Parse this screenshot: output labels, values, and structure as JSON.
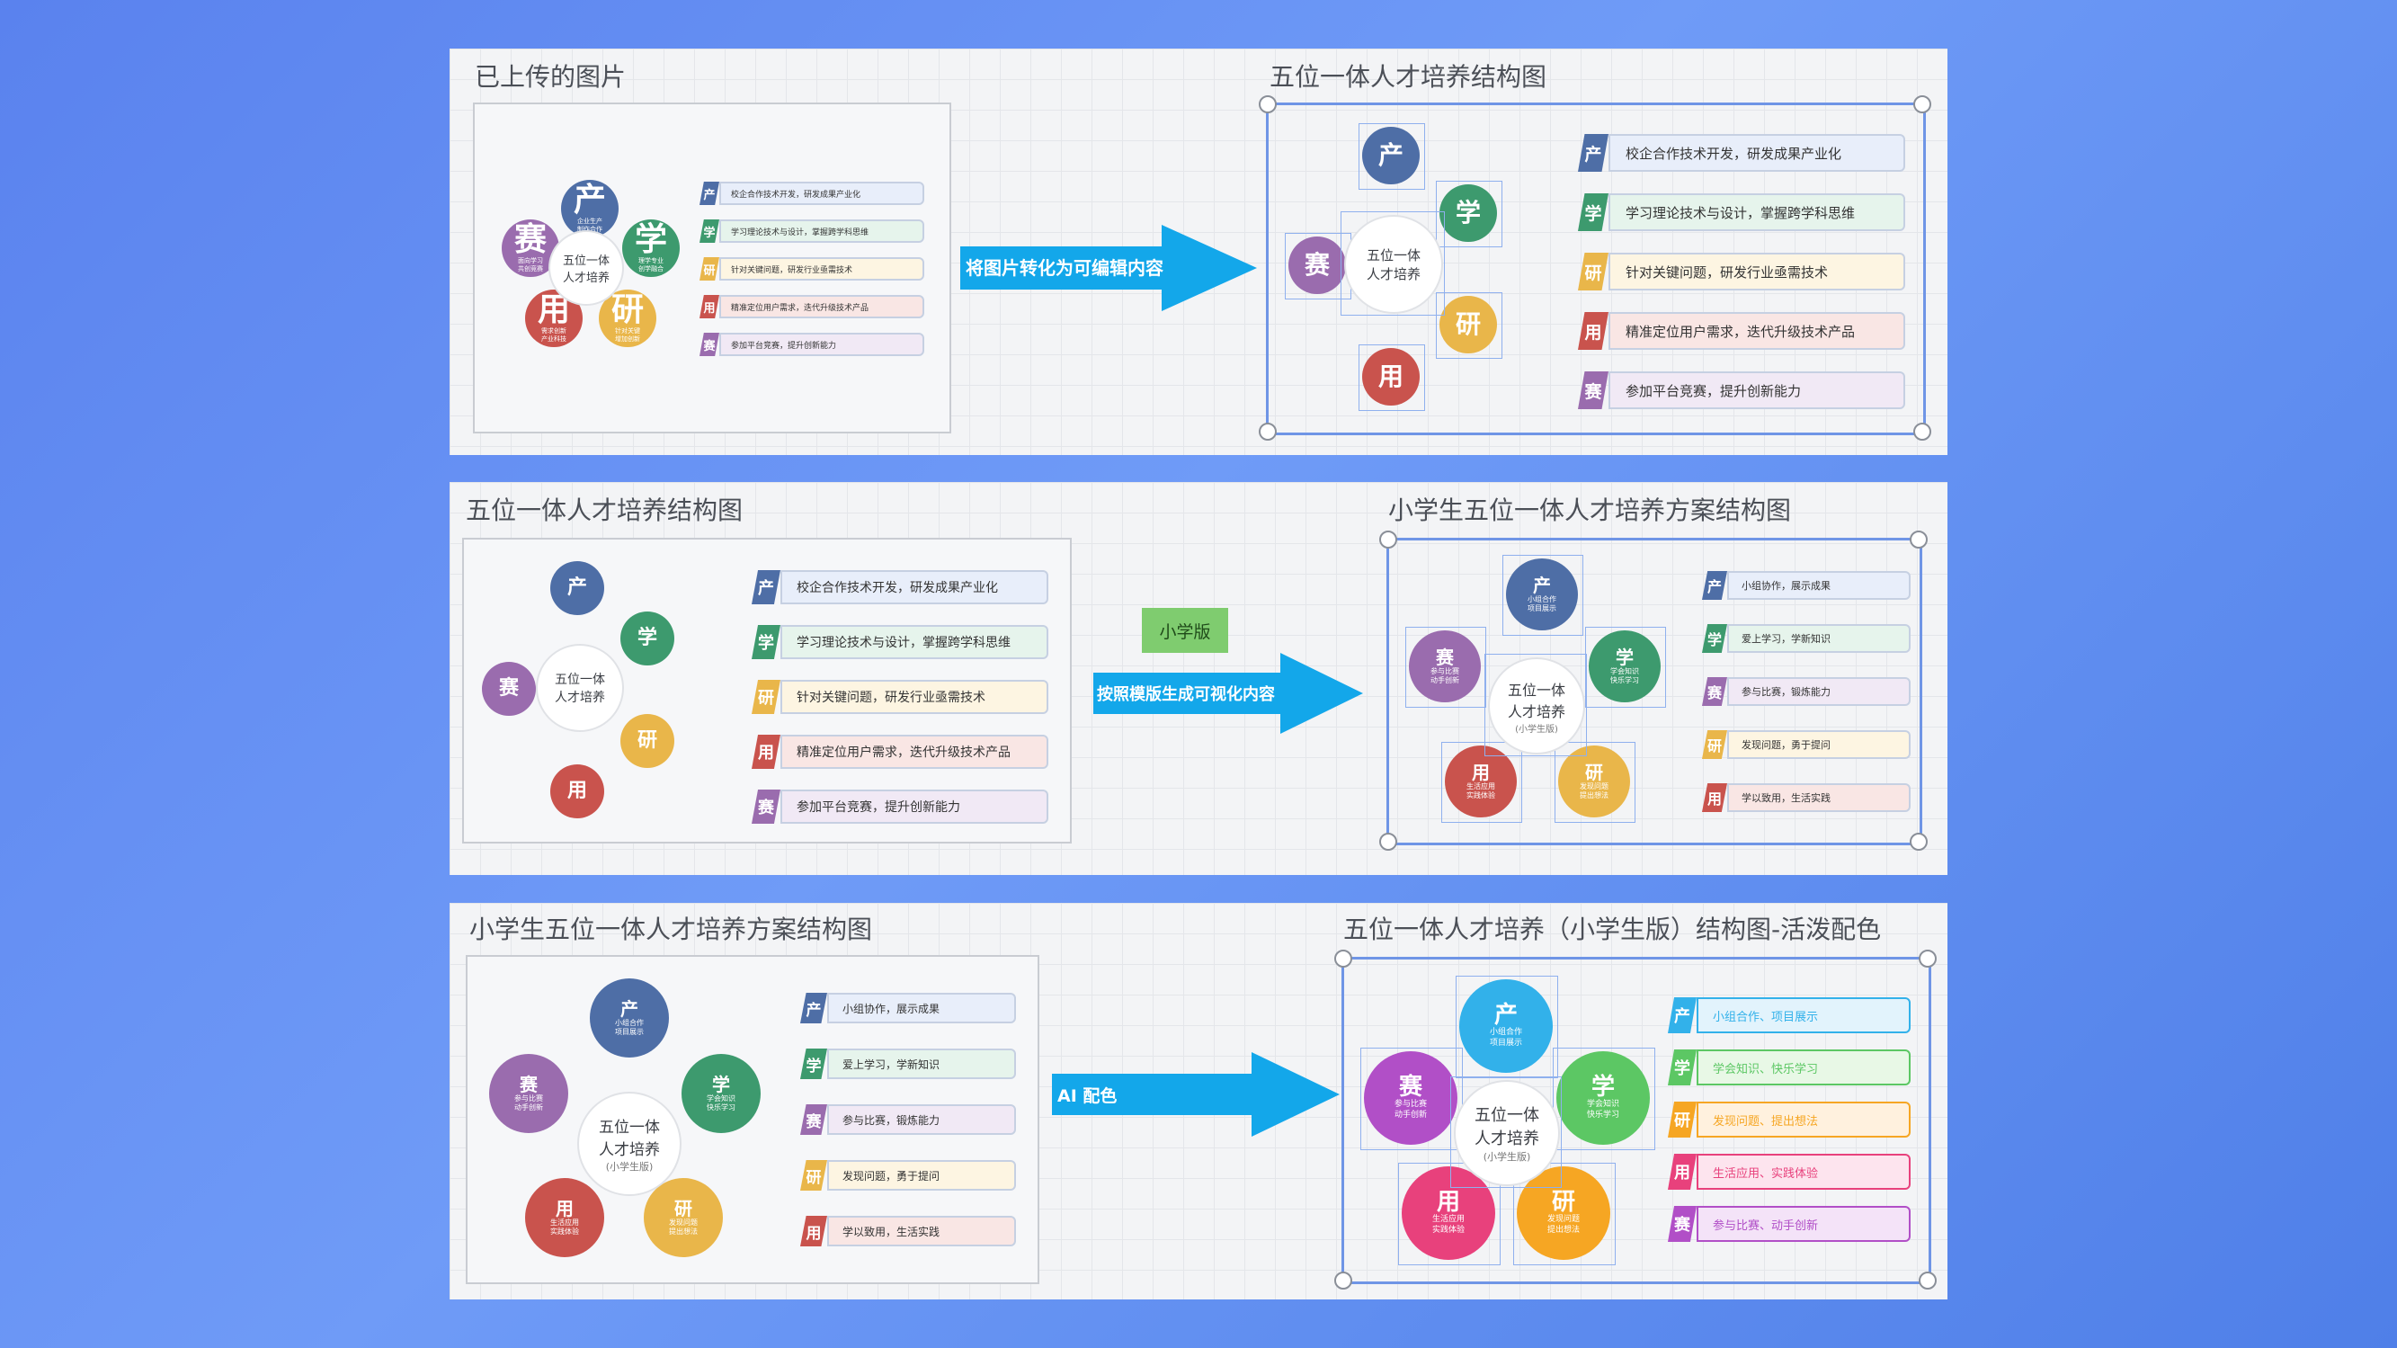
{
  "colors": {
    "chan": "#4e6ea6",
    "xue": "#3d9a6e",
    "yan": "#e9b64a",
    "yong": "#c9534d",
    "sai": "#9a6cae",
    "v_chan": "#32b1ea",
    "v_xue": "#5cc764",
    "v_yan": "#f6a623",
    "v_yong": "#e8417c",
    "v_sai": "#b14fc7",
    "arrow": "#13a7ea"
  },
  "panel1": {
    "left_title": "已上传的图片",
    "right_title": "五位一体人才培养结构图",
    "arrow_label": "将图片转化为可编辑内容",
    "center": [
      "五位一体",
      "人才培养"
    ],
    "nodes": {
      "chan": {
        "char": "产",
        "sub": [
          "企业生产",
          "制作合作"
        ]
      },
      "xue": {
        "char": "学",
        "sub": [
          "理学专业",
          "创学融合"
        ]
      },
      "yan": {
        "char": "研",
        "sub": [
          "针对关键",
          "增加创新"
        ]
      },
      "yong": {
        "char": "用",
        "sub": [
          "需求创新",
          "产业科技"
        ]
      },
      "sai": {
        "char": "赛",
        "sub": [
          "面向学习",
          "共创竞赛"
        ]
      }
    },
    "items": [
      {
        "tag": "产",
        "text": "校企合作技术开发，研发成果产业化"
      },
      {
        "tag": "学",
        "text": "学习理论技术与设计，掌握跨学科思维"
      },
      {
        "tag": "研",
        "text": "针对关键问题，研发行业亟需技术"
      },
      {
        "tag": "用",
        "text": "精准定位用户需求，迭代升级技术产品"
      },
      {
        "tag": "赛",
        "text": "参加平台竞赛，提升创新能力"
      }
    ]
  },
  "panel2": {
    "left_title": "五位一体人才培养结构图",
    "right_title": "小学生五位一体人才培养方案结构图",
    "badge": "小学版",
    "arrow_label": "按照模版生成可视化内容",
    "center_left": [
      "五位一体",
      "人才培养"
    ],
    "center_right": [
      "五位一体",
      "人才培养",
      "(小学生版)"
    ],
    "nodes": {
      "chan": {
        "char": "产",
        "sub": [
          "小组合作",
          "项目展示"
        ]
      },
      "xue": {
        "char": "学",
        "sub": [
          "学会知识",
          "快乐学习"
        ]
      },
      "yan": {
        "char": "研",
        "sub": [
          "发现问题",
          "提出想法"
        ]
      },
      "yong": {
        "char": "用",
        "sub": [
          "生活应用",
          "实践体验"
        ]
      },
      "sai": {
        "char": "赛",
        "sub": [
          "参与比赛",
          "动手创新"
        ]
      }
    },
    "items_left": [
      {
        "tag": "产",
        "text": "校企合作技术开发，研发成果产业化"
      },
      {
        "tag": "学",
        "text": "学习理论技术与设计，掌握跨学科思维"
      },
      {
        "tag": "研",
        "text": "针对关键问题，研发行业亟需技术"
      },
      {
        "tag": "用",
        "text": "精准定位用户需求，迭代升级技术产品"
      },
      {
        "tag": "赛",
        "text": "参加平台竞赛，提升创新能力"
      }
    ],
    "items_right": [
      {
        "tag": "产",
        "text": "小组协作，展示成果"
      },
      {
        "tag": "学",
        "text": "爱上学习，学新知识"
      },
      {
        "tag": "赛",
        "text": "参与比赛，锻炼能力"
      },
      {
        "tag": "研",
        "text": "发现问题，勇于提问"
      },
      {
        "tag": "用",
        "text": "学以致用，生活实践"
      }
    ]
  },
  "panel3": {
    "left_title": "小学生五位一体人才培养方案结构图",
    "right_title": "五位一体人才培养（小学生版）结构图-活泼配色",
    "arrow_label": "AI 配色",
    "center": [
      "五位一体",
      "人才培养",
      "(小学生版)"
    ],
    "nodes": {
      "chan": {
        "char": "产",
        "sub": [
          "小组合作",
          "项目展示"
        ]
      },
      "xue": {
        "char": "学",
        "sub": [
          "学会知识",
          "快乐学习"
        ]
      },
      "yan": {
        "char": "研",
        "sub": [
          "发现问题",
          "提出想法"
        ]
      },
      "yong": {
        "char": "用",
        "sub": [
          "生活应用",
          "实践体验"
        ]
      },
      "sai": {
        "char": "赛",
        "sub": [
          "参与比赛",
          "动手创新"
        ]
      }
    },
    "items_left": [
      {
        "tag": "产",
        "text": "小组协作，展示成果"
      },
      {
        "tag": "学",
        "text": "爱上学习，学新知识"
      },
      {
        "tag": "赛",
        "text": "参与比赛，锻炼能力"
      },
      {
        "tag": "研",
        "text": "发现问题，勇于提问"
      },
      {
        "tag": "用",
        "text": "学以致用，生活实践"
      }
    ],
    "items_right": [
      {
        "tag": "产",
        "text": "小组合作、项目展示"
      },
      {
        "tag": "学",
        "text": "学会知识、快乐学习"
      },
      {
        "tag": "研",
        "text": "发现问题、提出想法"
      },
      {
        "tag": "用",
        "text": "生活应用、实践体验"
      },
      {
        "tag": "赛",
        "text": "参与比赛、动手创新"
      }
    ]
  }
}
